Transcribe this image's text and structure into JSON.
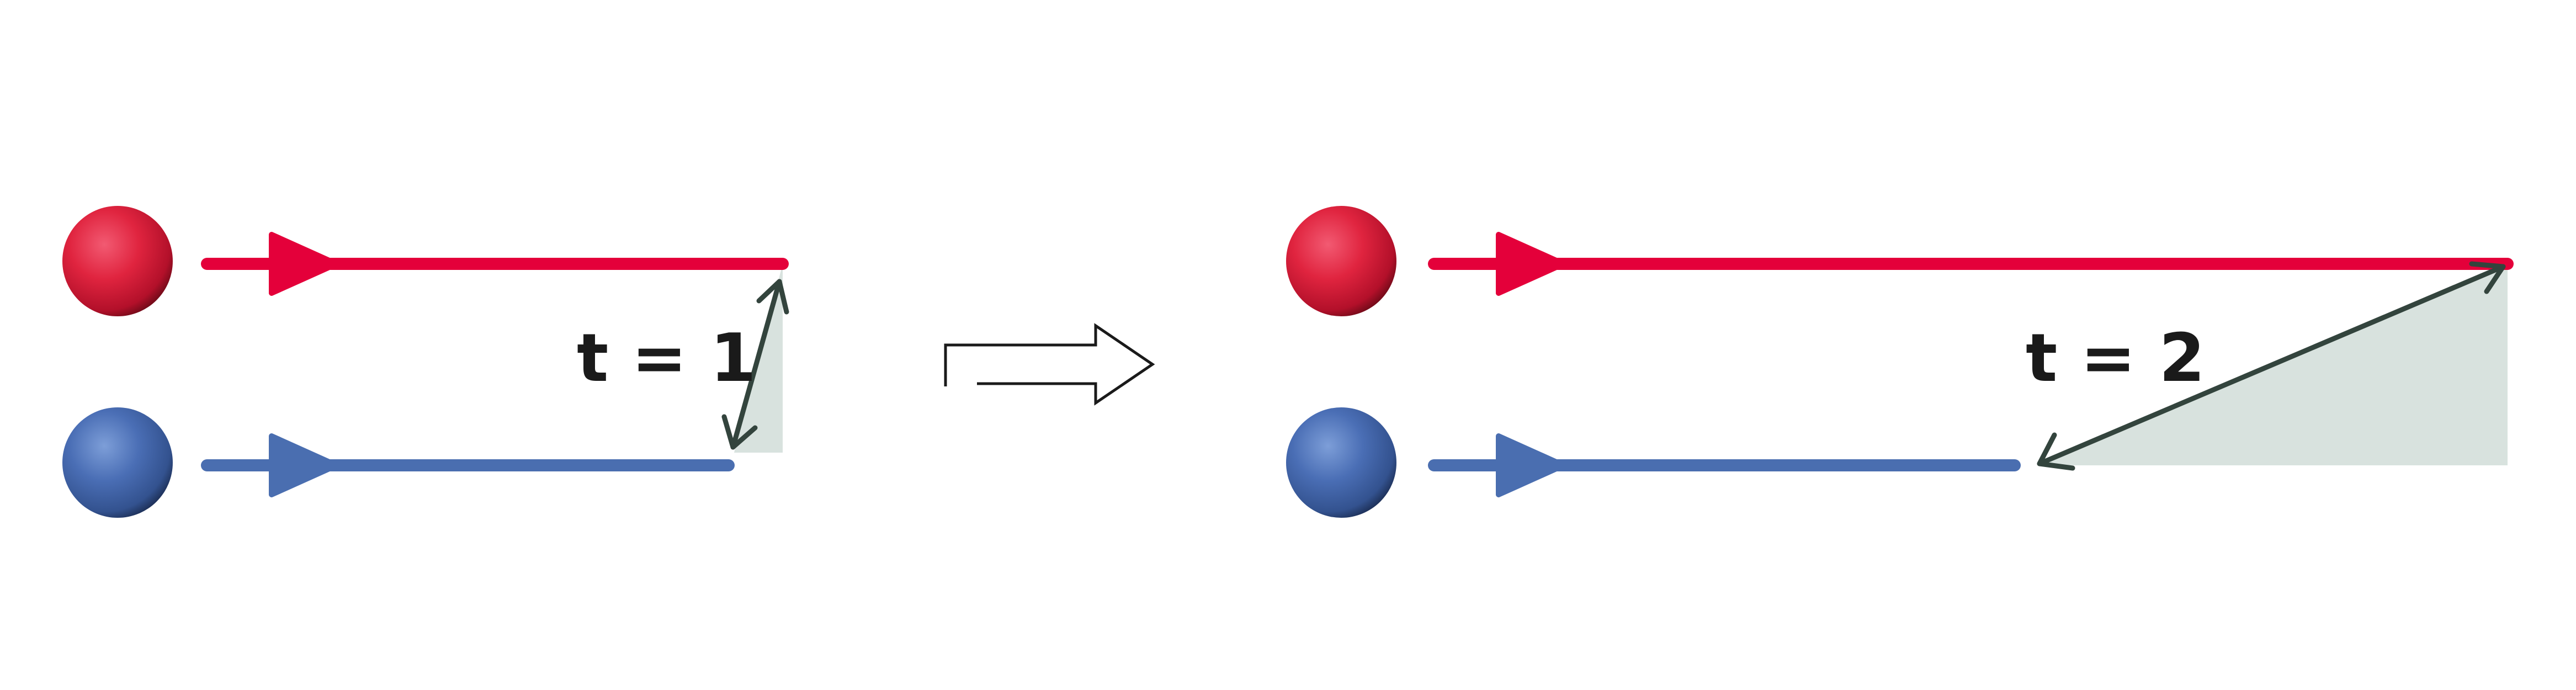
{
  "panels": [
    {
      "time_label": "t = 1"
    },
    {
      "time_label": "t = 2"
    }
  ],
  "colors": {
    "red_particle": "#e4003a",
    "blue_particle": "#4a6eb0",
    "separation_arrow": "#33443d",
    "shaded_region": "#d8e2de",
    "transition_arrow_stroke": "#1a1a1a"
  },
  "icons": {
    "red_particle": "red-sphere",
    "blue_particle": "blue-sphere",
    "transition": "right-arrow-outline"
  }
}
